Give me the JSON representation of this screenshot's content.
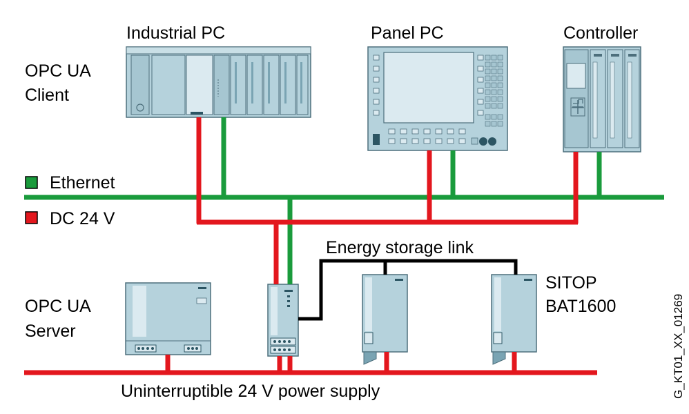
{
  "labels": {
    "industrial_pc": "Industrial PC",
    "panel_pc": "Panel PC",
    "controller": "Controller",
    "client_line1": "OPC UA",
    "client_line2": "Client",
    "ethernet": "Ethernet",
    "dc24v": "DC 24 V",
    "energy_link": "Energy storage link",
    "server_line1": "OPC UA",
    "server_line2": "Server",
    "sitop_line1": "SITOP",
    "sitop_line2": "BAT1600",
    "ups": "Uninterruptible 24 V power supply",
    "figure_id": "G_KT01_XX_01269"
  },
  "colors": {
    "ethernet": "#1a9b3c",
    "power": "#e3171e",
    "link": "#000000",
    "device_body": "#b5d2dc",
    "device_light": "#dbeaf0",
    "device_dark": "#7aa4b3",
    "outline": "#4d6f7c"
  }
}
